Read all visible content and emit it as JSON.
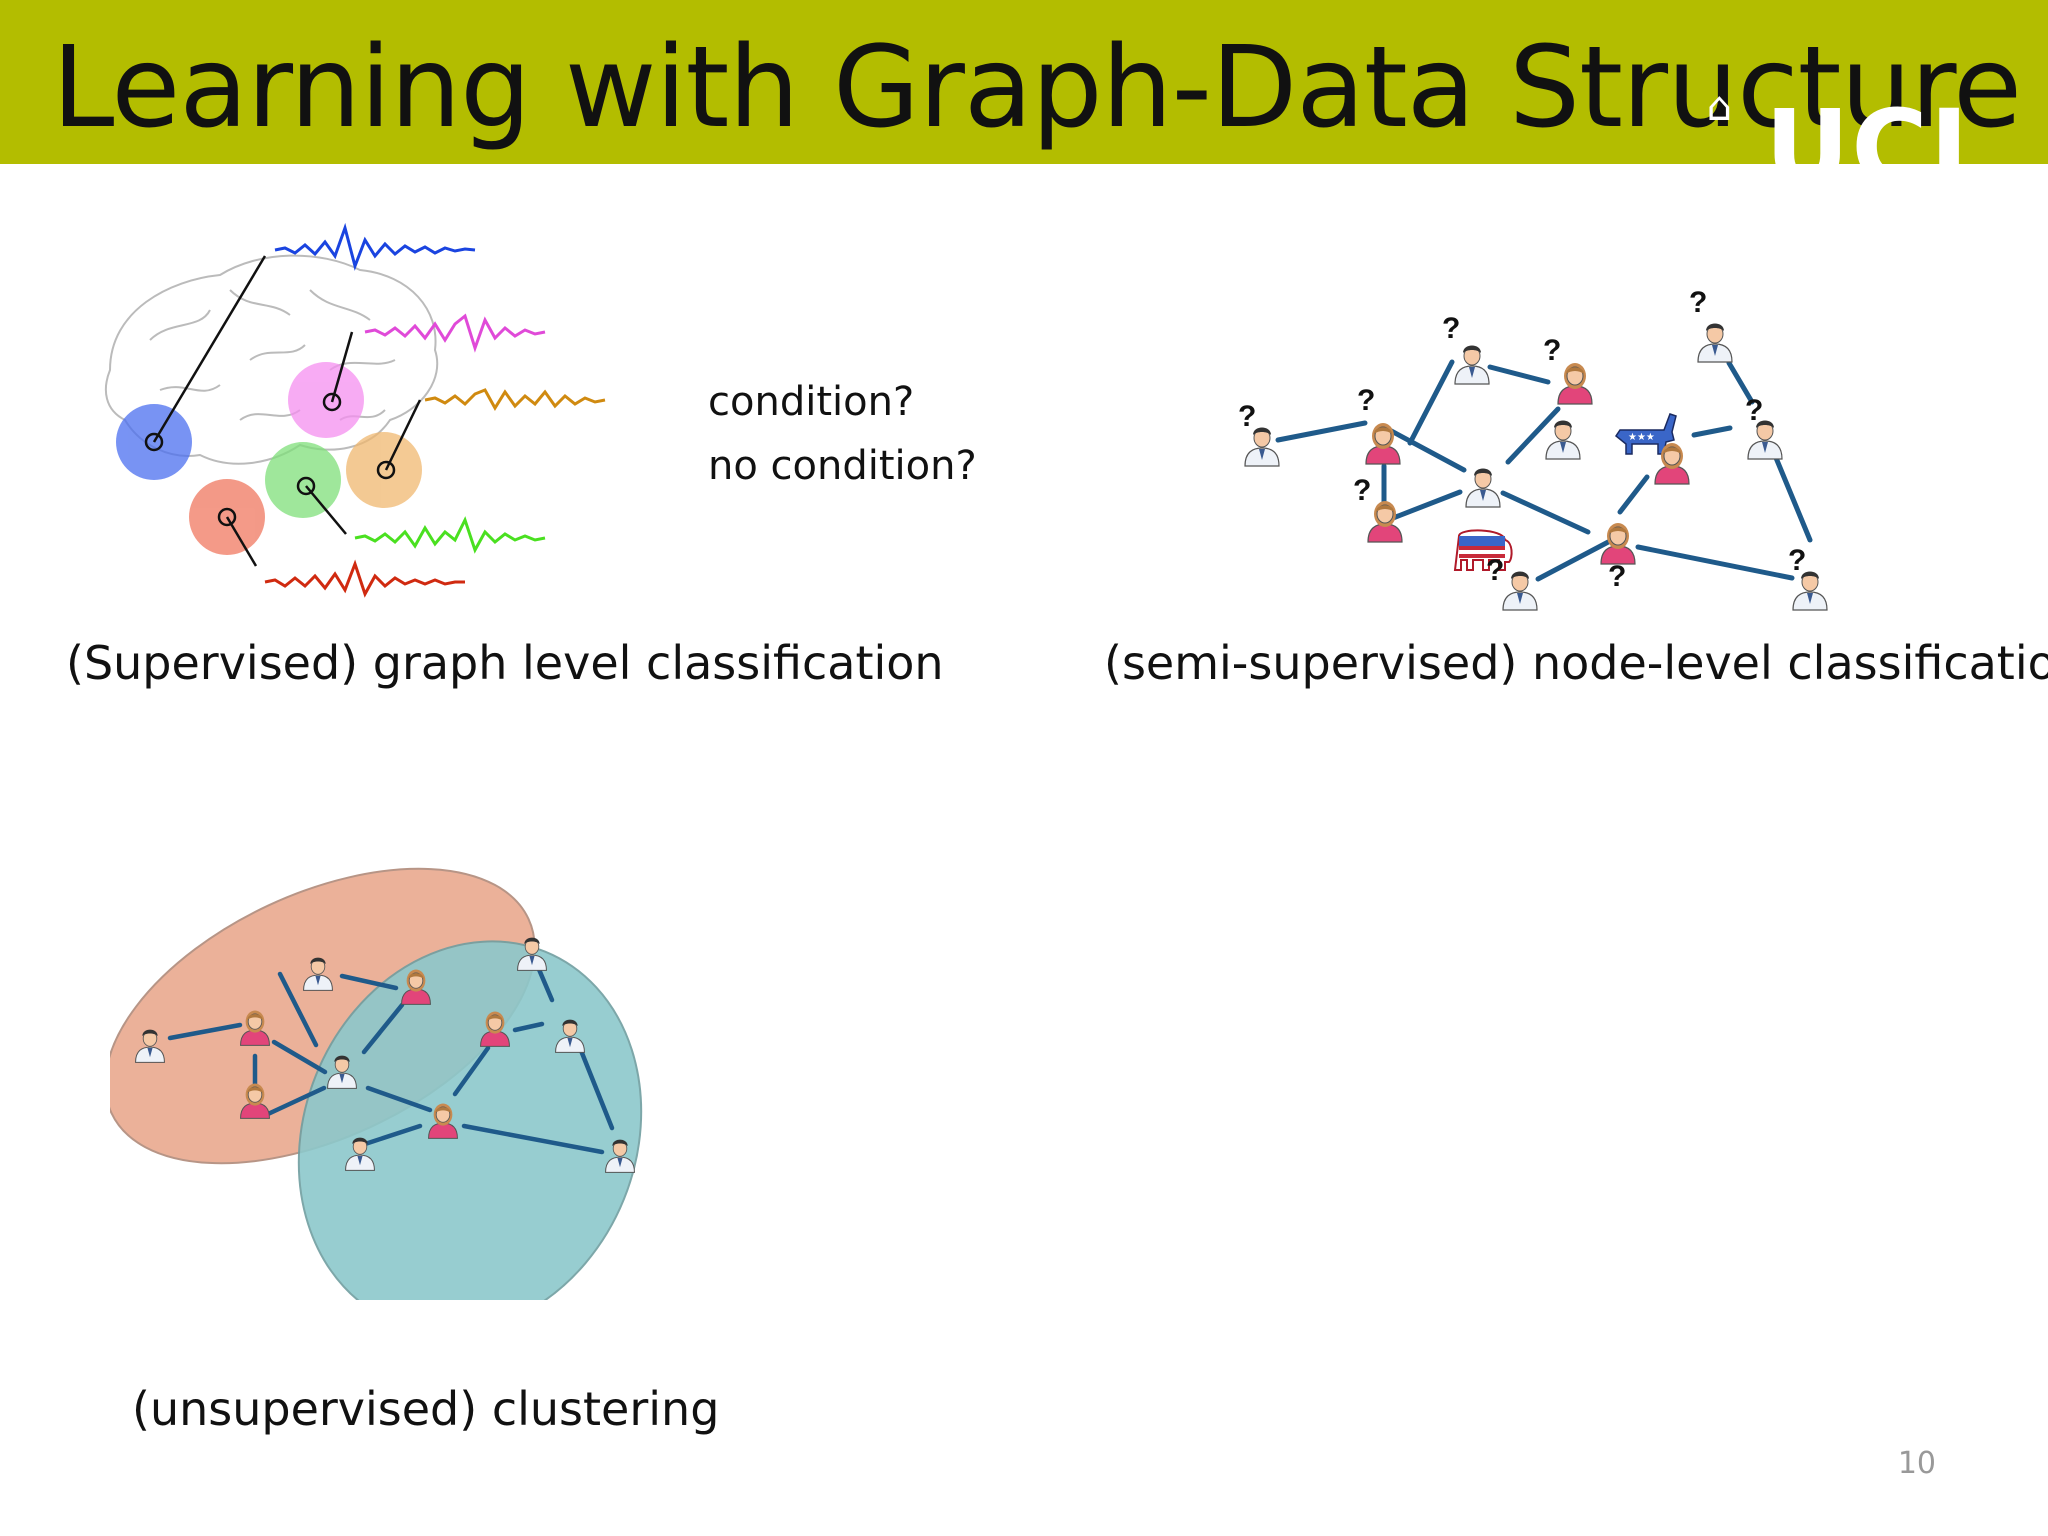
{
  "slide": {
    "title": "Learning with Graph-Data Structure",
    "logo": "UCL",
    "page_number": "10"
  },
  "graph_level": {
    "conditions": [
      "condition?",
      "no condition?"
    ],
    "caption": "(Supervised) graph level classification"
  },
  "node_level": {
    "unknown_mark": "?",
    "caption": "(semi-supervised) node-level classification"
  },
  "clustering": {
    "caption": "(unsupervised) clustering"
  },
  "colors": {
    "header": "#b3bd00",
    "edge": "#1f5a8a",
    "cluster_a": "#e9a98f",
    "cluster_b": "#8cc8cb"
  }
}
